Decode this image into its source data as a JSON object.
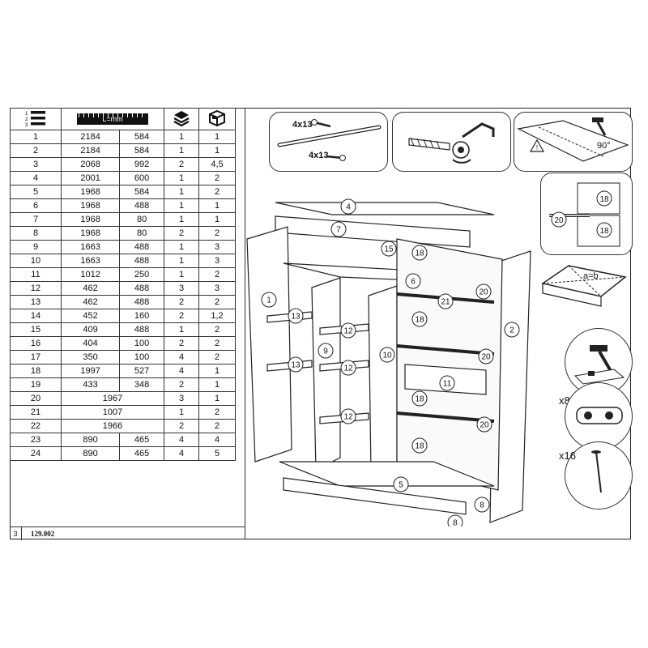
{
  "header": {
    "count_icon": "numbered-list-icon",
    "ruler_label": "L=mm",
    "qty_icon": "layers-icon",
    "ref_icon": "package-icon"
  },
  "parts": [
    {
      "no": "1",
      "a": "2184",
      "b": "584",
      "qty": "1",
      "ref": "1"
    },
    {
      "no": "2",
      "a": "2184",
      "b": "584",
      "qty": "1",
      "ref": "1"
    },
    {
      "no": "3",
      "a": "2068",
      "b": "992",
      "qty": "2",
      "ref": "4,5"
    },
    {
      "no": "4",
      "a": "2001",
      "b": "600",
      "qty": "1",
      "ref": "2"
    },
    {
      "no": "5",
      "a": "1968",
      "b": "584",
      "qty": "1",
      "ref": "2"
    },
    {
      "no": "6",
      "a": "1968",
      "b": "488",
      "qty": "1",
      "ref": "1"
    },
    {
      "no": "7",
      "a": "1968",
      "b": "80",
      "qty": "1",
      "ref": "1"
    },
    {
      "no": "8",
      "a": "1968",
      "b": "80",
      "qty": "2",
      "ref": "2"
    },
    {
      "no": "9",
      "a": "1663",
      "b": "488",
      "qty": "1",
      "ref": "3"
    },
    {
      "no": "10",
      "a": "1663",
      "b": "488",
      "qty": "1",
      "ref": "3"
    },
    {
      "no": "11",
      "a": "1012",
      "b": "250",
      "qty": "1",
      "ref": "2"
    },
    {
      "no": "12",
      "a": "462",
      "b": "488",
      "qty": "3",
      "ref": "3"
    },
    {
      "no": "13",
      "a": "462",
      "b": "488",
      "qty": "2",
      "ref": "2"
    },
    {
      "no": "14",
      "a": "452",
      "b": "160",
      "qty": "2",
      "ref": "1,2"
    },
    {
      "no": "15",
      "a": "409",
      "b": "488",
      "qty": "1",
      "ref": "2"
    },
    {
      "no": "16",
      "a": "404",
      "b": "100",
      "qty": "2",
      "ref": "2"
    },
    {
      "no": "17",
      "a": "350",
      "b": "100",
      "qty": "4",
      "ref": "2"
    },
    {
      "no": "18",
      "a": "1997",
      "b": "527",
      "qty": "4",
      "ref": "1"
    },
    {
      "no": "19",
      "a": "433",
      "b": "348",
      "qty": "2",
      "ref": "1"
    },
    {
      "no": "20",
      "len": "1967",
      "qty": "3",
      "ref": "1"
    },
    {
      "no": "21",
      "len": "1007",
      "qty": "1",
      "ref": "2"
    },
    {
      "no": "22",
      "len": "1966",
      "qty": "2",
      "ref": "2"
    },
    {
      "no": "23",
      "a": "890",
      "b": "465",
      "qty": "4",
      "ref": "4"
    },
    {
      "no": "24",
      "a": "890",
      "b": "465",
      "qty": "4",
      "ref": "5"
    }
  ],
  "footer": {
    "page": "3",
    "code": "129.002"
  },
  "insets": {
    "screw_label_top": "4x13",
    "screw_label_bottom": "4x13",
    "angle_label": "90°",
    "diag_label": "a=b",
    "hammer_multiplier": "x8",
    "nail_multiplier": "x16",
    "back_panel_labels": [
      "18",
      "18"
    ],
    "rail_label": "20"
  },
  "drawing_labels": [
    "4",
    "7",
    "15",
    "18",
    "1",
    "6",
    "20",
    "21",
    "13",
    "12",
    "2",
    "9",
    "10",
    "18",
    "20",
    "12",
    "13",
    "11",
    "18",
    "12",
    "20",
    "18",
    "5",
    "8",
    "8"
  ]
}
